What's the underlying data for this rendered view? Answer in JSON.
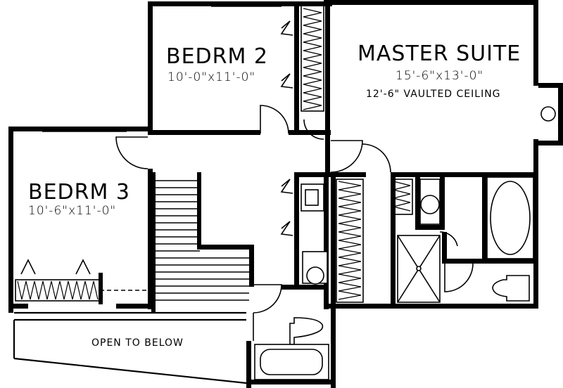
{
  "rooms": {
    "bedroom2": {
      "name": "BEDRM 2",
      "dims": "10'-0\"x11'-0\""
    },
    "master": {
      "name": "MASTER SUITE",
      "dims": "15'-6\"x13'-0\"",
      "note": "12'-6\" VAULTED CEILING"
    },
    "bedroom3": {
      "name": "BEDRM 3",
      "dims": "10'-6\"x11'-0\""
    }
  },
  "open_to_below": "OPEN TO BELOW"
}
